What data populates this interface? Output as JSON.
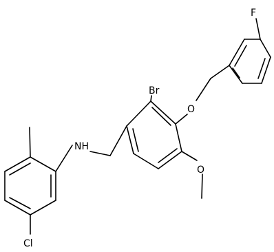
{
  "molecule": {
    "atom_labels": {
      "F": "F",
      "O_ether": "O",
      "Br": "Br",
      "O_methoxy": "O",
      "NH": "NH",
      "Cl": "Cl"
    },
    "bond_color": "#000000",
    "background": "#ffffff"
  }
}
